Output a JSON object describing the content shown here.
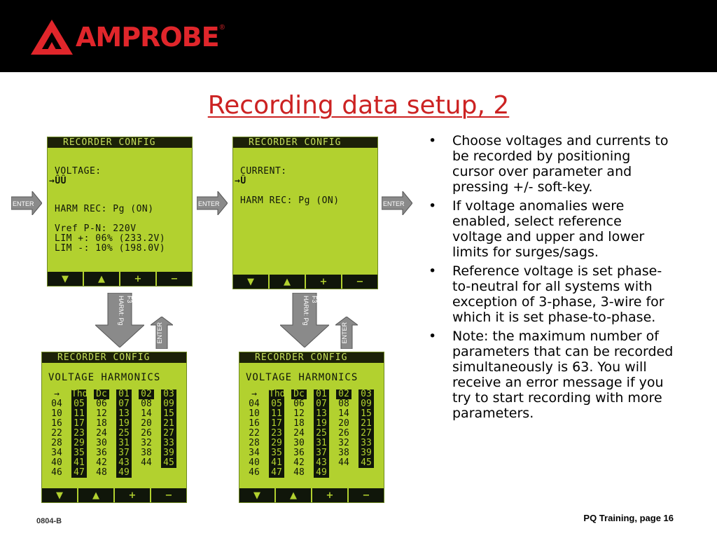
{
  "header": {
    "brand": "AMPROBE",
    "reg_mark": "®",
    "brand_color": "#e0262b",
    "background": "#000000"
  },
  "title": "Recording data setup, 2",
  "screens": {
    "voltage": {
      "header": "RECORDER CONFIG",
      "label": "VOLTAGE:",
      "cursor_value": "→ÛÛ",
      "harm_rec": "HARM REC: Pg (ON)",
      "vref": "Vref P-N: 220V",
      "lim_plus": "LIM +: 06% (233.2V)",
      "lim_minus": "LIM -: 10% (198.0V)"
    },
    "current": {
      "header": "RECORDER CONFIG",
      "label": "CURRENT:",
      "cursor_value": "→Û",
      "harm_rec": "HARM REC: Pg (ON)"
    },
    "harmonics": {
      "header": "RECORDER CONFIG",
      "title": "VOLTAGE HARMONICS",
      "rows": [
        [
          "→",
          "Thd",
          "Dc",
          "01",
          "02",
          "03"
        ],
        [
          "04",
          "05",
          "06",
          "07",
          "08",
          "09"
        ],
        [
          "10",
          "11",
          "12",
          "13",
          "14",
          "15"
        ],
        [
          "16",
          "17",
          "18",
          "19",
          "20",
          "21"
        ],
        [
          "22",
          "23",
          "24",
          "25",
          "26",
          "27"
        ],
        [
          "28",
          "29",
          "30",
          "31",
          "32",
          "33"
        ],
        [
          "34",
          "35",
          "36",
          "37",
          "38",
          "39"
        ],
        [
          "40",
          "41",
          "42",
          "43",
          "44",
          "45"
        ],
        [
          "46",
          "47",
          "48",
          "49",
          "",
          ""
        ]
      ]
    },
    "softkeys": [
      "▼",
      "▲",
      "+",
      "−"
    ],
    "screen_color": "#b2d12f"
  },
  "arrows": {
    "enter": "ENTER",
    "f3_line1": "F3",
    "f3_line2": "HARM: Pg"
  },
  "bullets": [
    "Choose voltages and currents to be recorded by positioning cursor over parameter and pressing +/- soft-key.",
    "If voltage anomalies were enabled, select reference voltage and upper and lower limits for surges/sags.",
    "Reference voltage is set phase-to-neutral for all systems with exception of 3-phase, 3-wire for which it is set phase-to-phase.",
    "Note: the maximum number of parameters that can be recorded simultaneously is 63. You will receive an error message if you try to start recording with more parameters."
  ],
  "footer": {
    "code": "0804-B",
    "page": "PQ Training, page 16"
  }
}
